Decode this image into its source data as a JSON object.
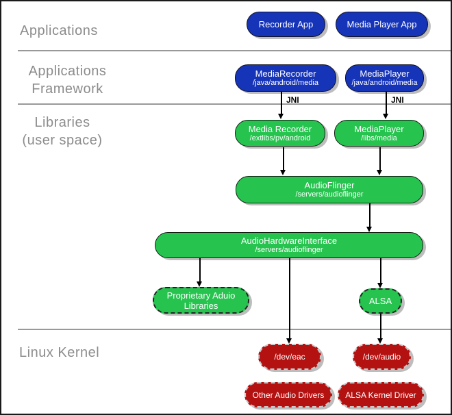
{
  "colors": {
    "blue": "#1634b8",
    "green": "#26c44f",
    "red": "#b41111",
    "label_gray": "#8c8c8c",
    "line_gray": "#999999"
  },
  "sections": {
    "applications": {
      "label": "Applications"
    },
    "applications_framework": {
      "line1": "Applications",
      "line2": "Framework"
    },
    "libraries": {
      "line1": "Libraries",
      "line2": "(user space)"
    },
    "linux_kernel": {
      "label": "Linux Kernel"
    }
  },
  "boxes": {
    "recorder_app": {
      "label": "Recorder App"
    },
    "media_player_app": {
      "label": "Media Player App"
    },
    "media_recorder_fw": {
      "label": "MediaRecorder",
      "path": "/java/android/media"
    },
    "media_player_fw": {
      "label": "MediaPlayer",
      "path": "/java/android/media"
    },
    "media_recorder_lib": {
      "label": "Media Recorder",
      "path": "/extlibs/pv/android"
    },
    "media_player_lib": {
      "label": "MediaPlayer",
      "path": "/libs/media"
    },
    "audio_flinger": {
      "label": "AudioFlinger",
      "path": "/servers/audioflinger"
    },
    "audio_hardware_interface": {
      "label": "AudioHardwareInterface",
      "path": "/servers/audioflinger"
    },
    "proprietary_audio_libraries": {
      "line1": "Proprietary Aduio",
      "line2": "Libraries"
    },
    "alsa": {
      "label": "ALSA"
    },
    "dev_eac": {
      "label": "/dev/eac"
    },
    "dev_audio": {
      "label": "/dev/audio"
    },
    "other_audio_drivers": {
      "label": "Other Audio Drivers"
    },
    "alsa_kernel_driver": {
      "label": "ALSA Kernel Driver"
    }
  },
  "connector_labels": {
    "jni_left": "JNI",
    "jni_right": "JNI"
  }
}
